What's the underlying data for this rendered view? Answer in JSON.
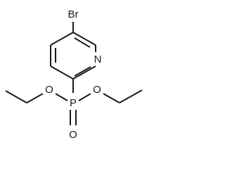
{
  "molecule": {
    "atoms": {
      "br": "Br",
      "n": "N",
      "p": "P",
      "o_left": "O",
      "o_right": "O",
      "o_double": "O"
    }
  },
  "colors": {
    "ink": "#1a1a1a",
    "background": "#ffffff"
  }
}
